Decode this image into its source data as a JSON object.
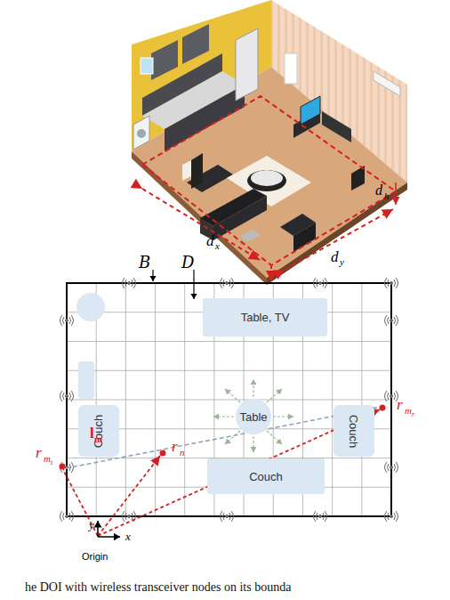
{
  "diagram": {
    "caption": "he DOI with wireless transceiver nodes on its bounda",
    "nodes": [
      {
        "text": [
          "Table, TV"
        ]
      },
      {
        "text": [
          "Couch"
        ]
      },
      {
        "text": [
          "Table"
        ]
      },
      {
        "text": [
          "Couch"
        ]
      },
      {
        "text": [
          "Couch"
        ]
      }
    ],
    "labels": [
      "d",
      "h",
      "d",
      "x",
      "d",
      "y",
      "B",
      "D",
      "r",
      "m",
      "t",
      "l",
      "m",
      "r",
      "m",
      "r",
      "r",
      "n",
      "y",
      "x",
      "Origin"
    ]
  }
}
